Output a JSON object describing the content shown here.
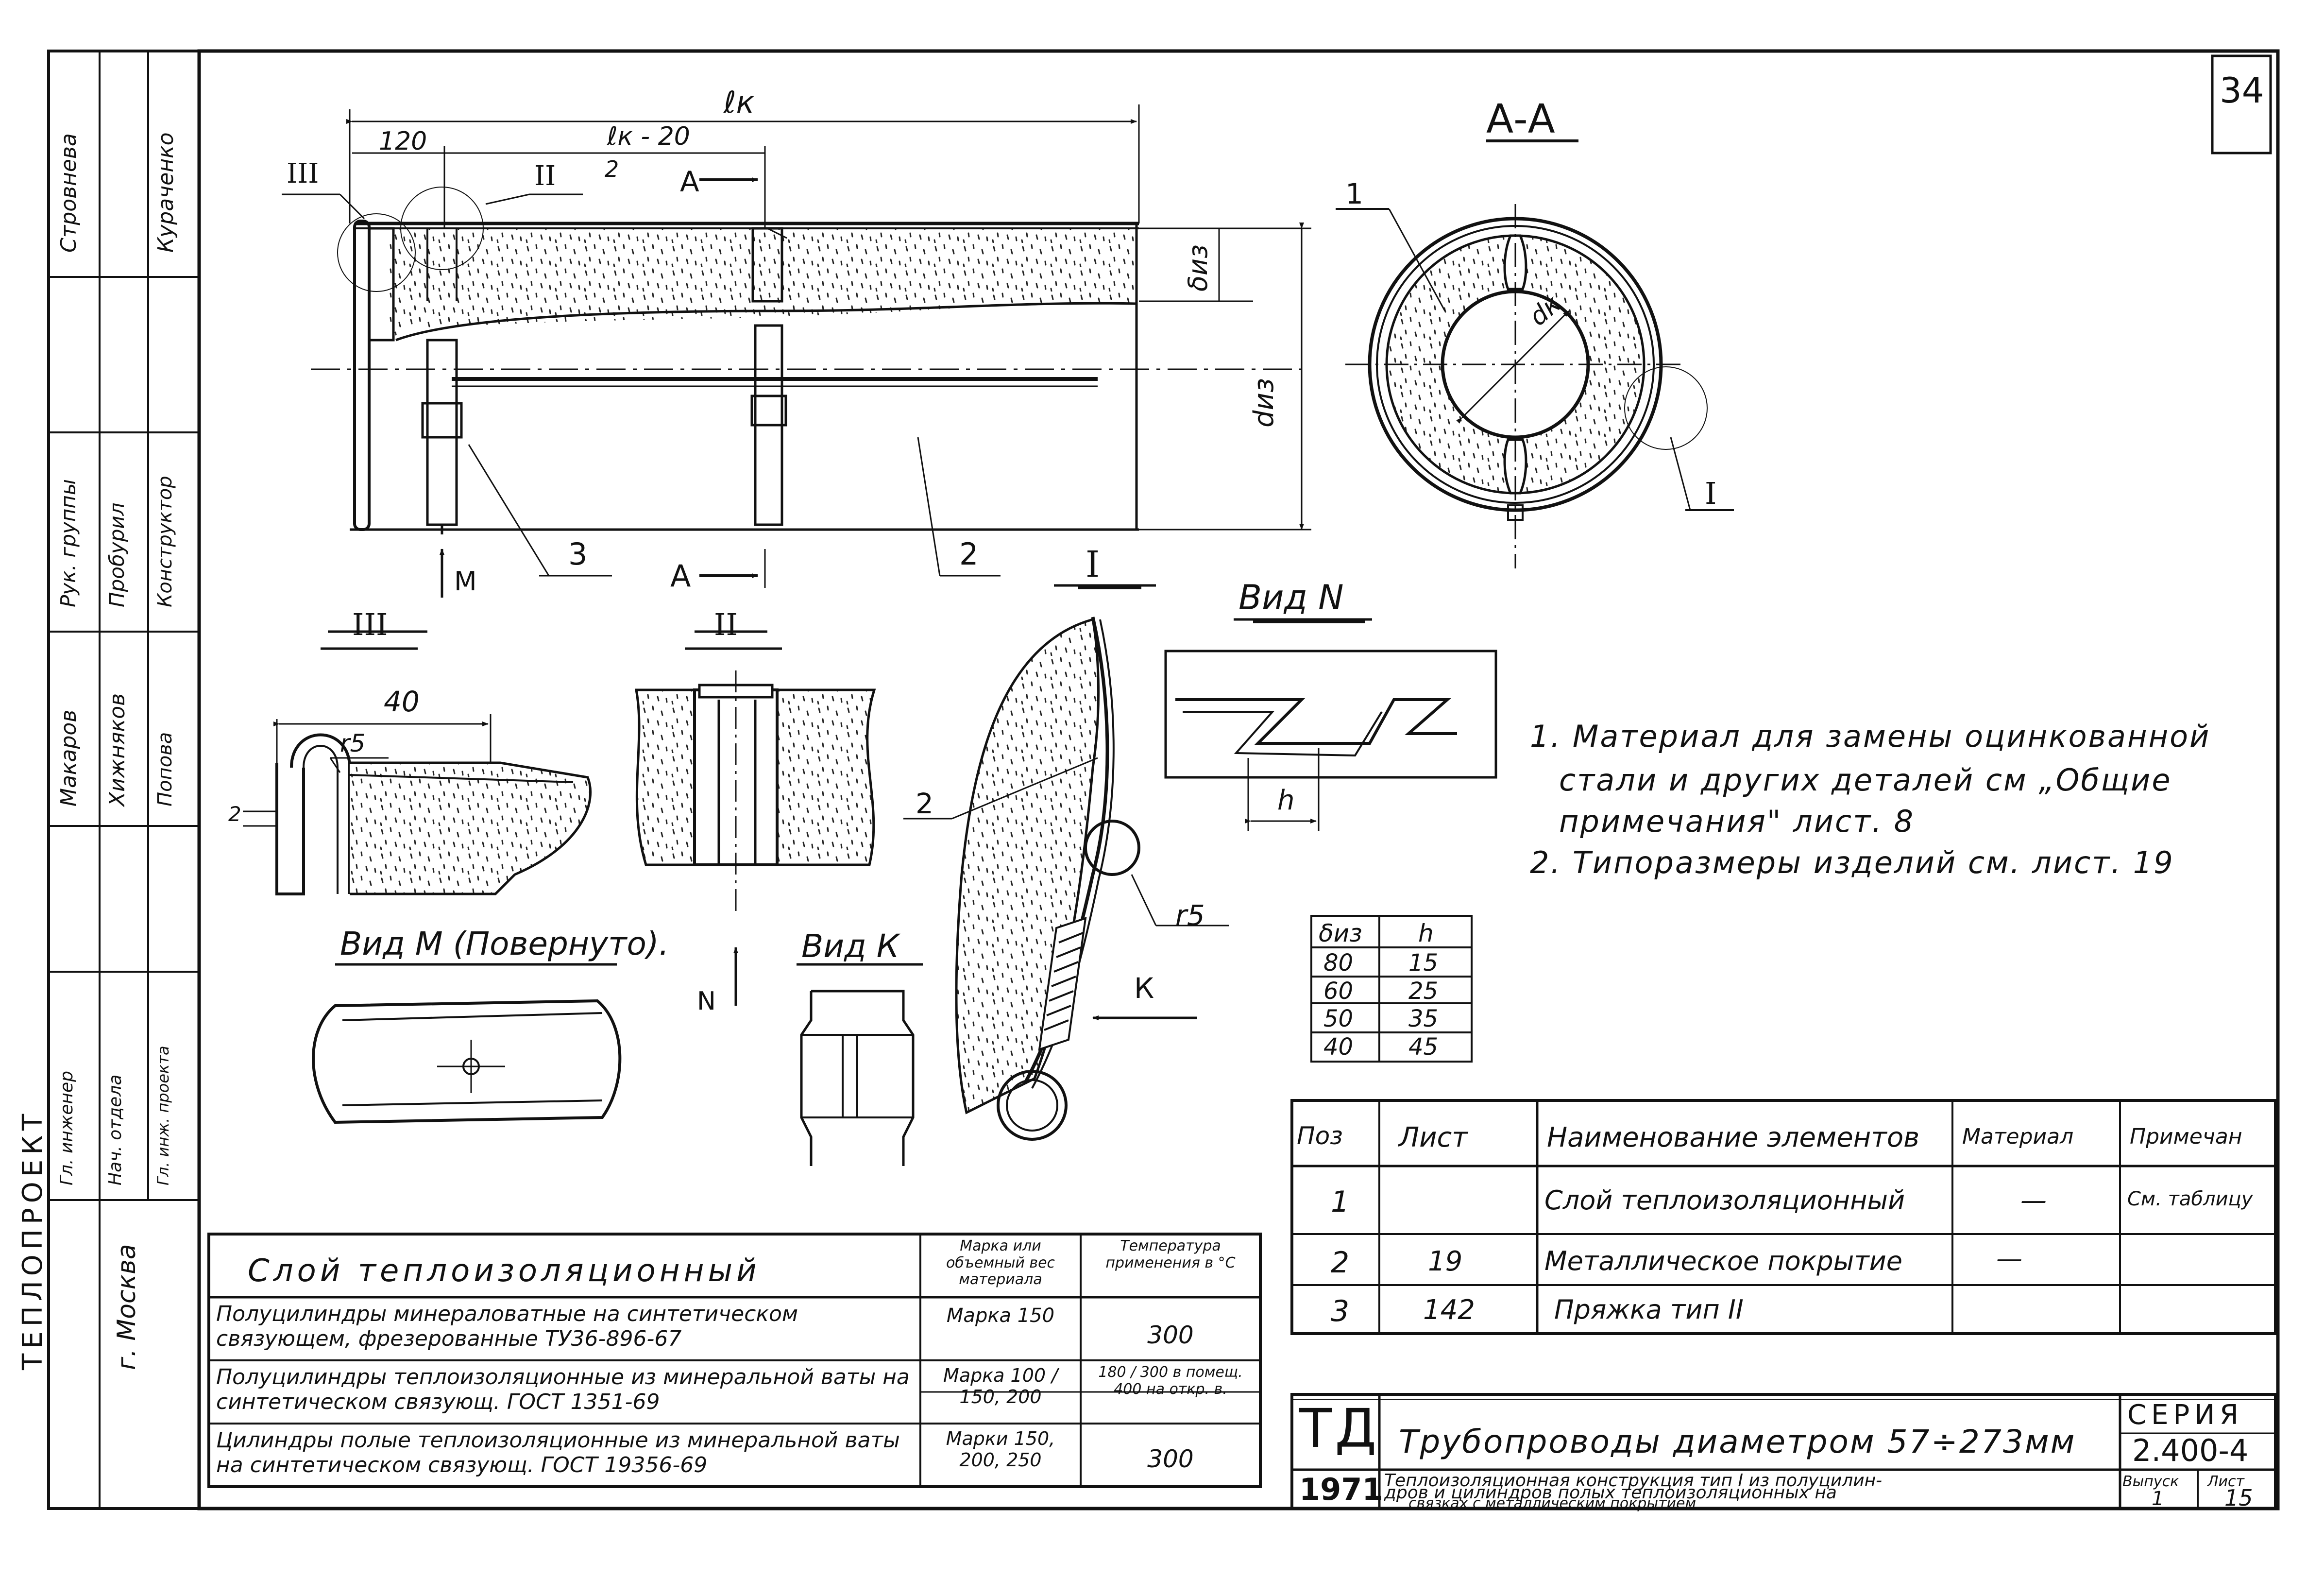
{
  "sheet": {
    "number": "34",
    "organization": "ТЕПЛОПРОЕКТ",
    "city": "г. Москва",
    "year": "1971",
    "logo": "ТД"
  },
  "stamp_left": {
    "roles": [
      "Рук. группы",
      "Гл. инженер",
      "Нач. отдела",
      "Гл. инж. проекта",
      "Конструктор"
    ],
    "names": [
      "Стровнева",
      "Кураченко",
      "Пробурил",
      "Макаров",
      "Хижняков",
      "Попова"
    ]
  },
  "drawing": {
    "dim_lk": "ℓк",
    "dim_120": "120",
    "dim_lk_half": "ℓк - 20",
    "dim_2": "2",
    "dim_diz": "δиз",
    "dim_dn": "dиз",
    "section_a": "A",
    "section_aa": "А-А",
    "label_dk": "dк",
    "callout_1": "1",
    "callout_2": "2",
    "callout_3": "3",
    "callout_I": "I",
    "callout_II": "II",
    "callout_III": "III",
    "view_m_arrow": "М",
    "view_n": "Вид N",
    "view_m": "Вид М (Повернуто).",
    "view_k": "Вид К",
    "n_arrow": "N",
    "k_arrow": "К",
    "dim_40": "40",
    "r5": "r5",
    "dim_2b": "2",
    "dim_h": "h"
  },
  "notes": [
    "1. Материал для замены оцинкованной",
    "стали и других деталей см „Общие",
    "примечания\" лист. 8",
    "2. Типоразмеры изделий см. лист. 19"
  ],
  "size_table": {
    "headers": [
      "δиз",
      "h"
    ],
    "rows": [
      [
        "80",
        "15"
      ],
      [
        "60",
        "25"
      ],
      [
        "50",
        "35"
      ],
      [
        "40",
        "45"
      ]
    ]
  },
  "spec_table": {
    "headers": [
      "Поз",
      "Лист",
      "Наименование элементов",
      "Материал",
      "Примечан"
    ],
    "rows": [
      [
        "1",
        "",
        "Слой теплоизоляционный",
        "—",
        "См. таблицу"
      ],
      [
        "2",
        "19",
        "Металлическое покрытие",
        "—",
        ""
      ],
      [
        "3",
        "142",
        "Пряжка тип II",
        "",
        ""
      ]
    ]
  },
  "material_table": {
    "title": "Слой теплоизоляционный",
    "header_mark": "Марка или объемный вес материала",
    "header_temp": "Температура применения в °С",
    "rows": [
      {
        "name": "Полуцилиндры минераловатные на синтетическом связующем, фрезерованные ТУ36-896-67",
        "mark": "Марка 150",
        "temp": "300"
      },
      {
        "name": "Полуцилиндры теплоизоляционные из минеральной ваты на синтетическом связующ. ГОСТ 1351-69",
        "mark": "Марка 100 / 150, 200",
        "temp": "180 / 300 в помещ. 400 на откр. в."
      },
      {
        "name": "Цилиндры полые теплоизоляционные из минеральной ваты на синтетическом связующ. ГОСТ 19356-69",
        "mark": "Марки 150, 200, 250",
        "temp": "300"
      }
    ]
  },
  "title_block": {
    "series_label": "СЕРИЯ",
    "series": "2.400-4",
    "title": "Трубопроводы диаметром 57÷273мм",
    "subtitle_1": "Теплоизоляционная конструкция тип I из полуцилин-",
    "subtitle_2": "дров и цилиндров полых теплоизоляционных на",
    "subtitle_3": "связках с металлическим покрытием",
    "issue_label": "Выпуск",
    "issue": "1",
    "sheet_label": "Лист",
    "sheet": "15"
  }
}
